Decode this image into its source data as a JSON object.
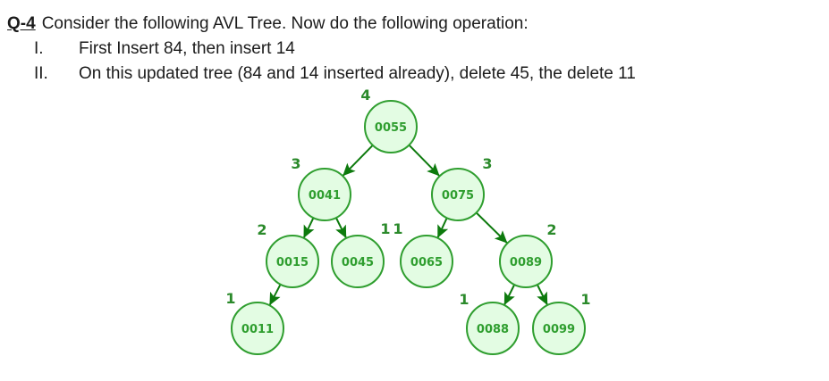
{
  "question": {
    "number": "Q-4",
    "intro": "Consider the following AVL Tree. Now do the following operation:",
    "items": [
      {
        "numeral": "I.",
        "text": "First Insert 84, then insert 14"
      },
      {
        "numeral": "II.",
        "text": "On this updated tree (84 and 14 inserted already), delete 45, the delete 11"
      }
    ]
  },
  "tree": {
    "type": "avl-tree",
    "colors": {
      "node_fill": "#e3fce3",
      "node_border": "#2f9e2f",
      "node_text": "#2f9e2f",
      "edge": "#0d7a0d",
      "height_label": "#2b8a2b"
    },
    "nodes": [
      {
        "label": "0055",
        "height": "4"
      },
      {
        "label": "0041",
        "height": "3"
      },
      {
        "label": "0075",
        "height": "3"
      },
      {
        "label": "0015",
        "height": "2"
      },
      {
        "label": "0045",
        "height": "1"
      },
      {
        "label": "0065",
        "height": "1"
      },
      {
        "label": "0089",
        "height": "2"
      },
      {
        "label": "0011",
        "height": "1"
      },
      {
        "label": "0088",
        "height": "1"
      },
      {
        "label": "0099",
        "height": "1"
      }
    ],
    "edges": [
      [
        "0055",
        "0041"
      ],
      [
        "0055",
        "0075"
      ],
      [
        "0041",
        "0015"
      ],
      [
        "0041",
        "0045"
      ],
      [
        "0075",
        "0065"
      ],
      [
        "0075",
        "0089"
      ],
      [
        "0015",
        "0011"
      ],
      [
        "0089",
        "0088"
      ],
      [
        "0089",
        "0099"
      ]
    ]
  }
}
